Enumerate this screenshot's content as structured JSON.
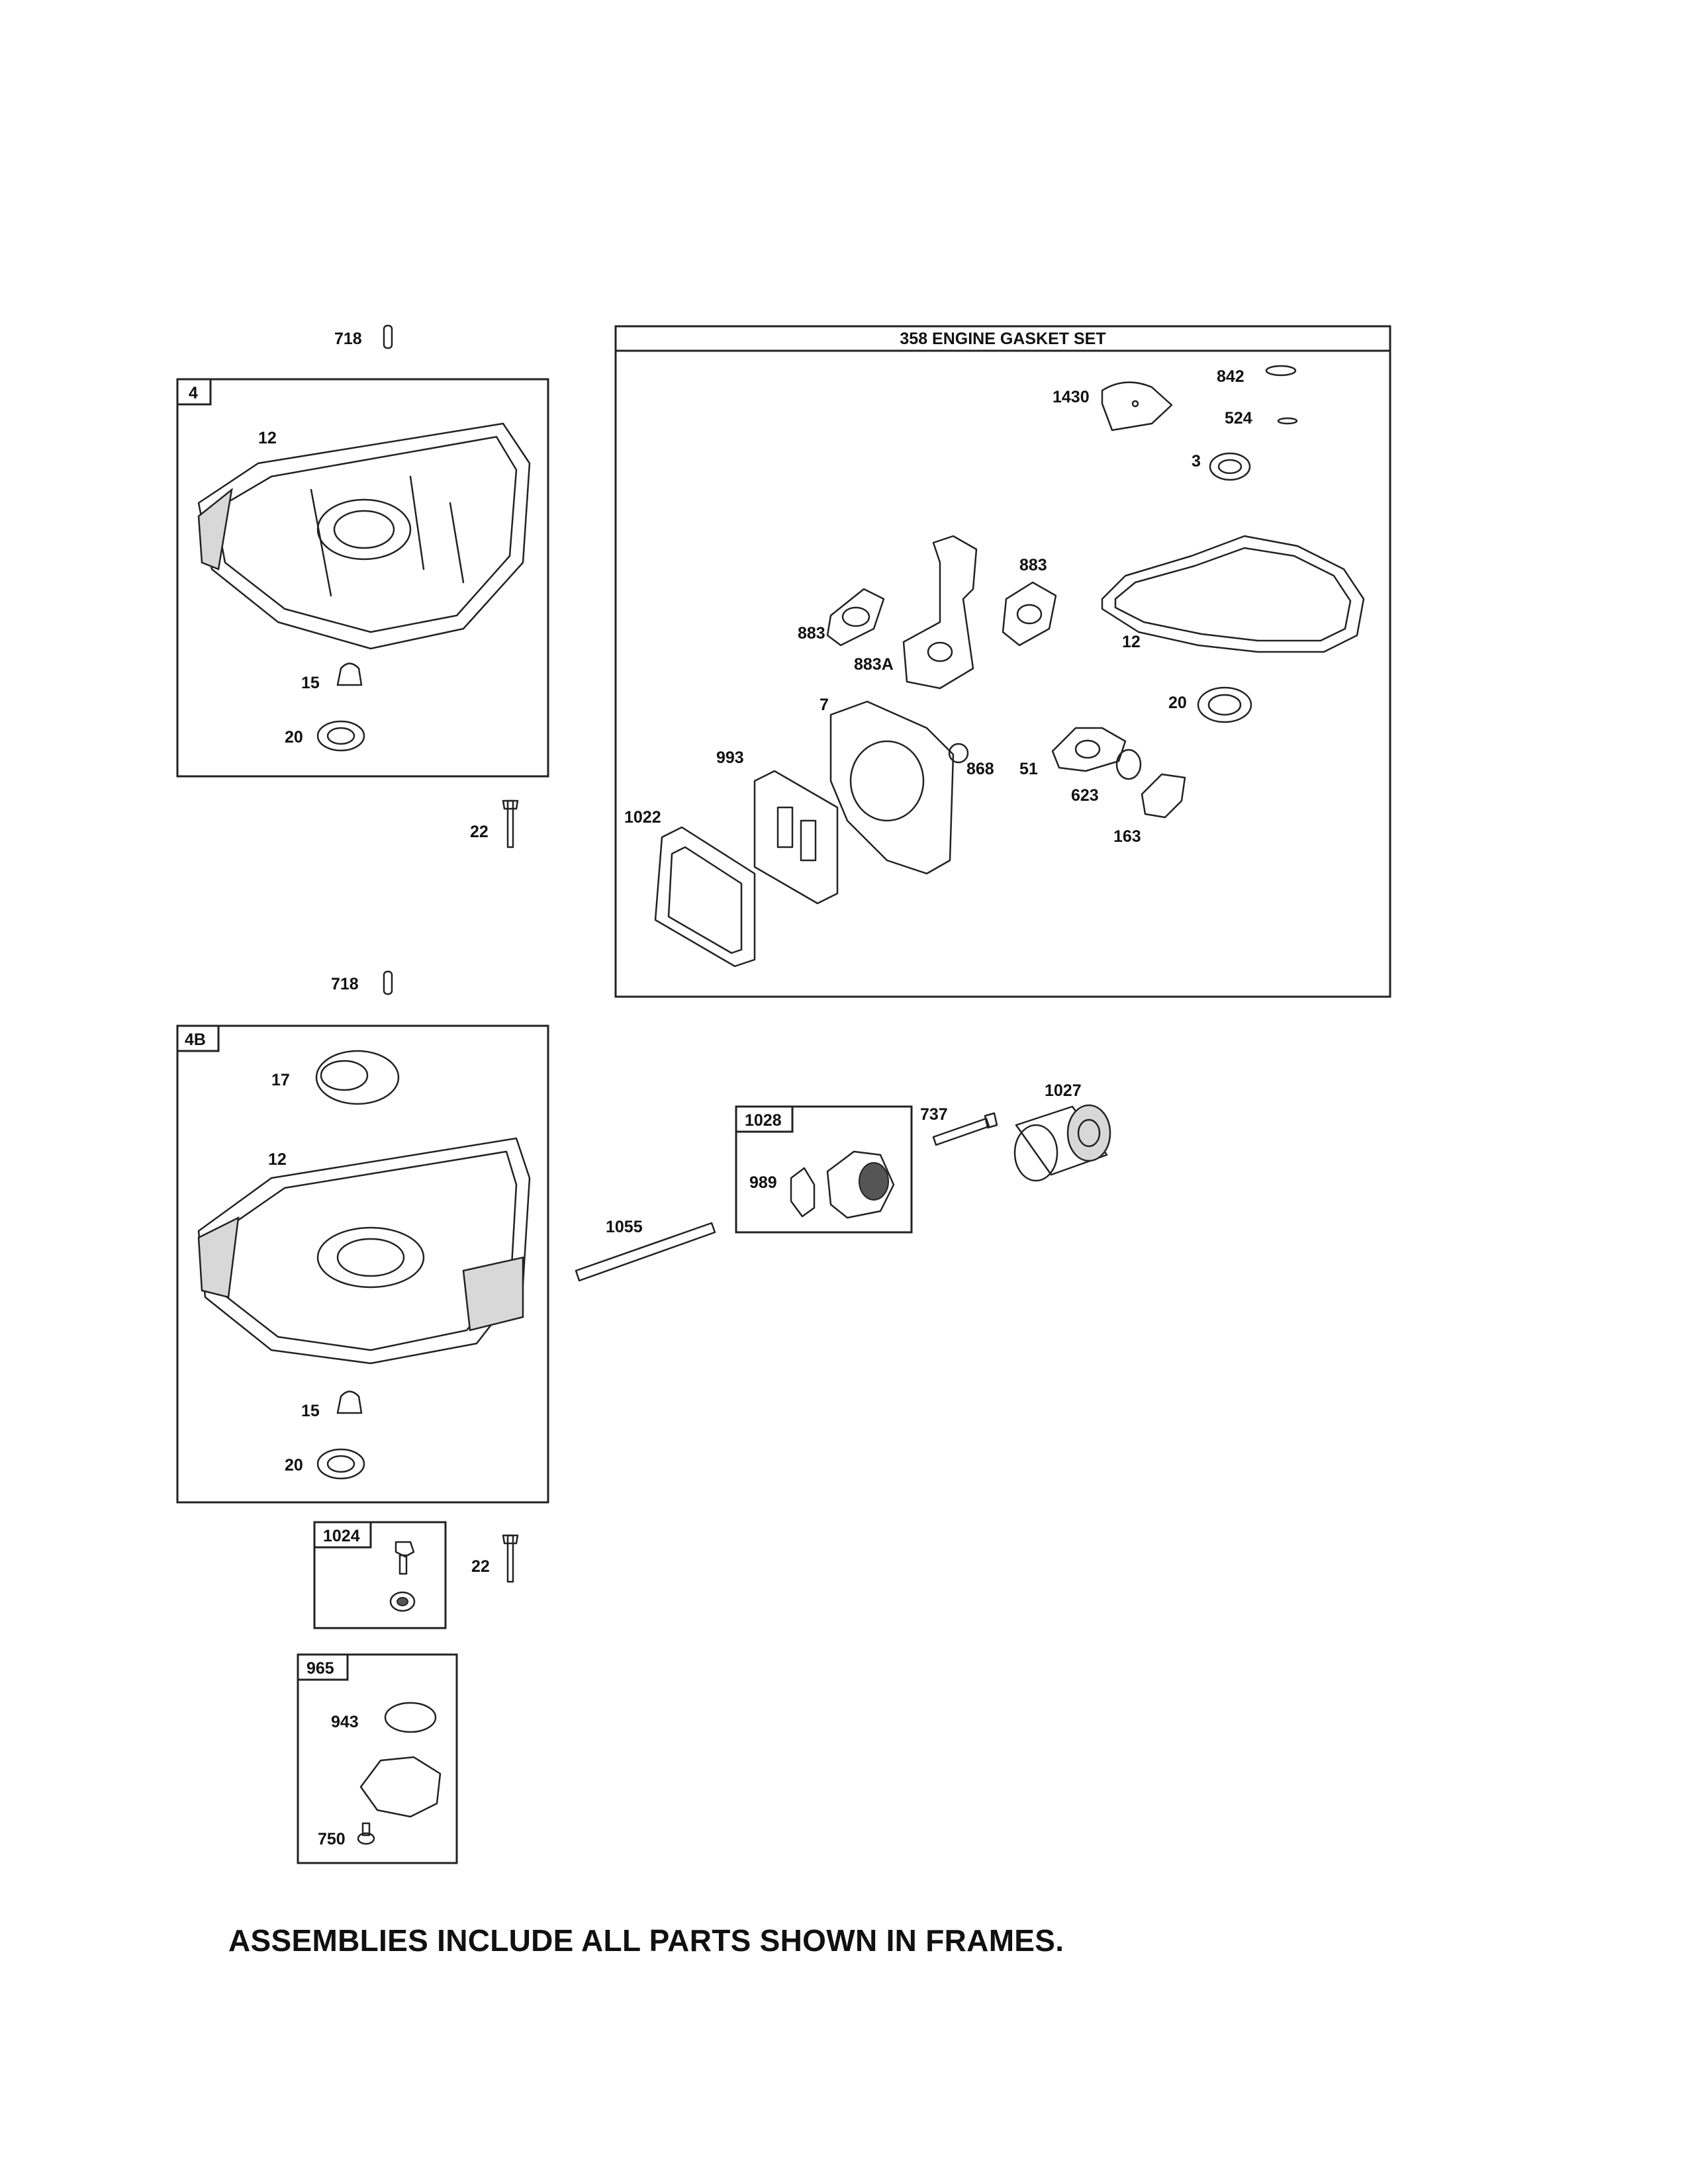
{
  "labels": {
    "gasket_set_title": "358 ENGINE GASKET SET",
    "frame_4": "4",
    "frame_4b": "4B",
    "frame_1028": "1028",
    "frame_1024": "1024",
    "frame_965": "965",
    "p718_top": "718",
    "p12_a": "12",
    "p15_a": "15",
    "p20_a": "20",
    "p22_a": "22",
    "p1430": "1430",
    "p842": "842",
    "p524": "524",
    "p3": "3",
    "p883_a": "883",
    "p883_b": "883",
    "p883A": "883A",
    "p12_g": "12",
    "p20_g": "20",
    "p7": "7",
    "p868": "868",
    "p51": "51",
    "p623": "623",
    "p163": "163",
    "p993": "993",
    "p1022": "1022",
    "p718_bot": "718",
    "p17": "17",
    "p12_b": "12",
    "p15_b": "15",
    "p20_b": "20",
    "p1055": "1055",
    "p737": "737",
    "p1027": "1027",
    "p989": "989",
    "p22_b": "22",
    "p943": "943",
    "p750": "750"
  },
  "footer_note": "ASSEMBLIES INCLUDE ALL PARTS SHOWN IN FRAMES."
}
